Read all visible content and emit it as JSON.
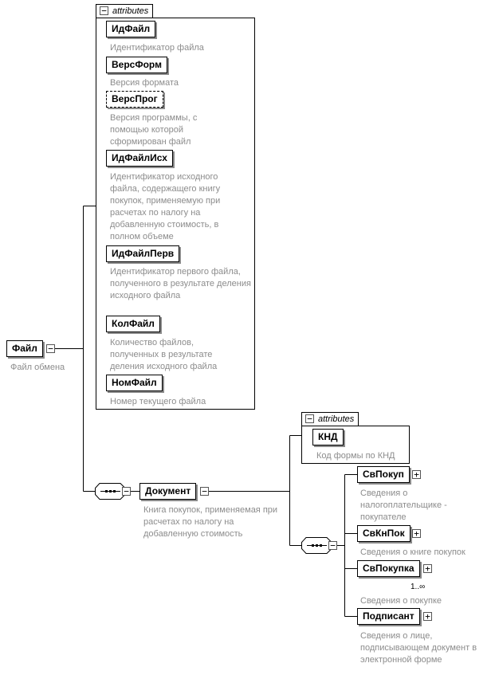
{
  "root": {
    "name": "Файл",
    "desc": "Файл обмена"
  },
  "attributes_label": "attributes",
  "file_attributes": [
    {
      "name": "ИдФайл",
      "desc": "Идентификатор файла"
    },
    {
      "name": "ВерсФорм",
      "desc": "Версия формата"
    },
    {
      "name": "ВерсПрог",
      "desc": "Версия программы, с помощью которой сформирован файл",
      "optional": true
    },
    {
      "name": "ИдФайлИсх",
      "desc": "Идентификатор исходного файла, содержащего книгу покупок, применяемую при расчетах по налогу на добавленную стоимость, в полном объеме"
    },
    {
      "name": "ИдФайлПерв",
      "desc": "Идентификатор первого файла, полученного в результате деления исходного файла"
    },
    {
      "name": "КолФайл",
      "desc": "Количество файлов, полученных в результате деления исходного файла"
    },
    {
      "name": "НомФайл",
      "desc": "Номер текущего файла"
    }
  ],
  "document": {
    "name": "Документ",
    "desc": "Книга покупок, применяемая при расчетах по налогу на добавленную стоимость"
  },
  "document_attributes": [
    {
      "name": "КНД",
      "desc": "Код формы по КНД"
    }
  ],
  "children": [
    {
      "name": "СвПокуп",
      "desc": "Сведения о налогоплательщике - покупателе"
    },
    {
      "name": "СвКнПок",
      "desc": "Сведения о книге покупок"
    },
    {
      "name": "СвПокупка",
      "desc": "Сведения о покупке",
      "cardinality": "1..∞"
    },
    {
      "name": "Подписант",
      "desc": "Сведения о лице, подписывающем документ в электронной форме"
    }
  ],
  "icons": {
    "expanded": "minus-box-icon",
    "collapsed": "plus-box-icon",
    "sequence": "sequence-icon"
  }
}
